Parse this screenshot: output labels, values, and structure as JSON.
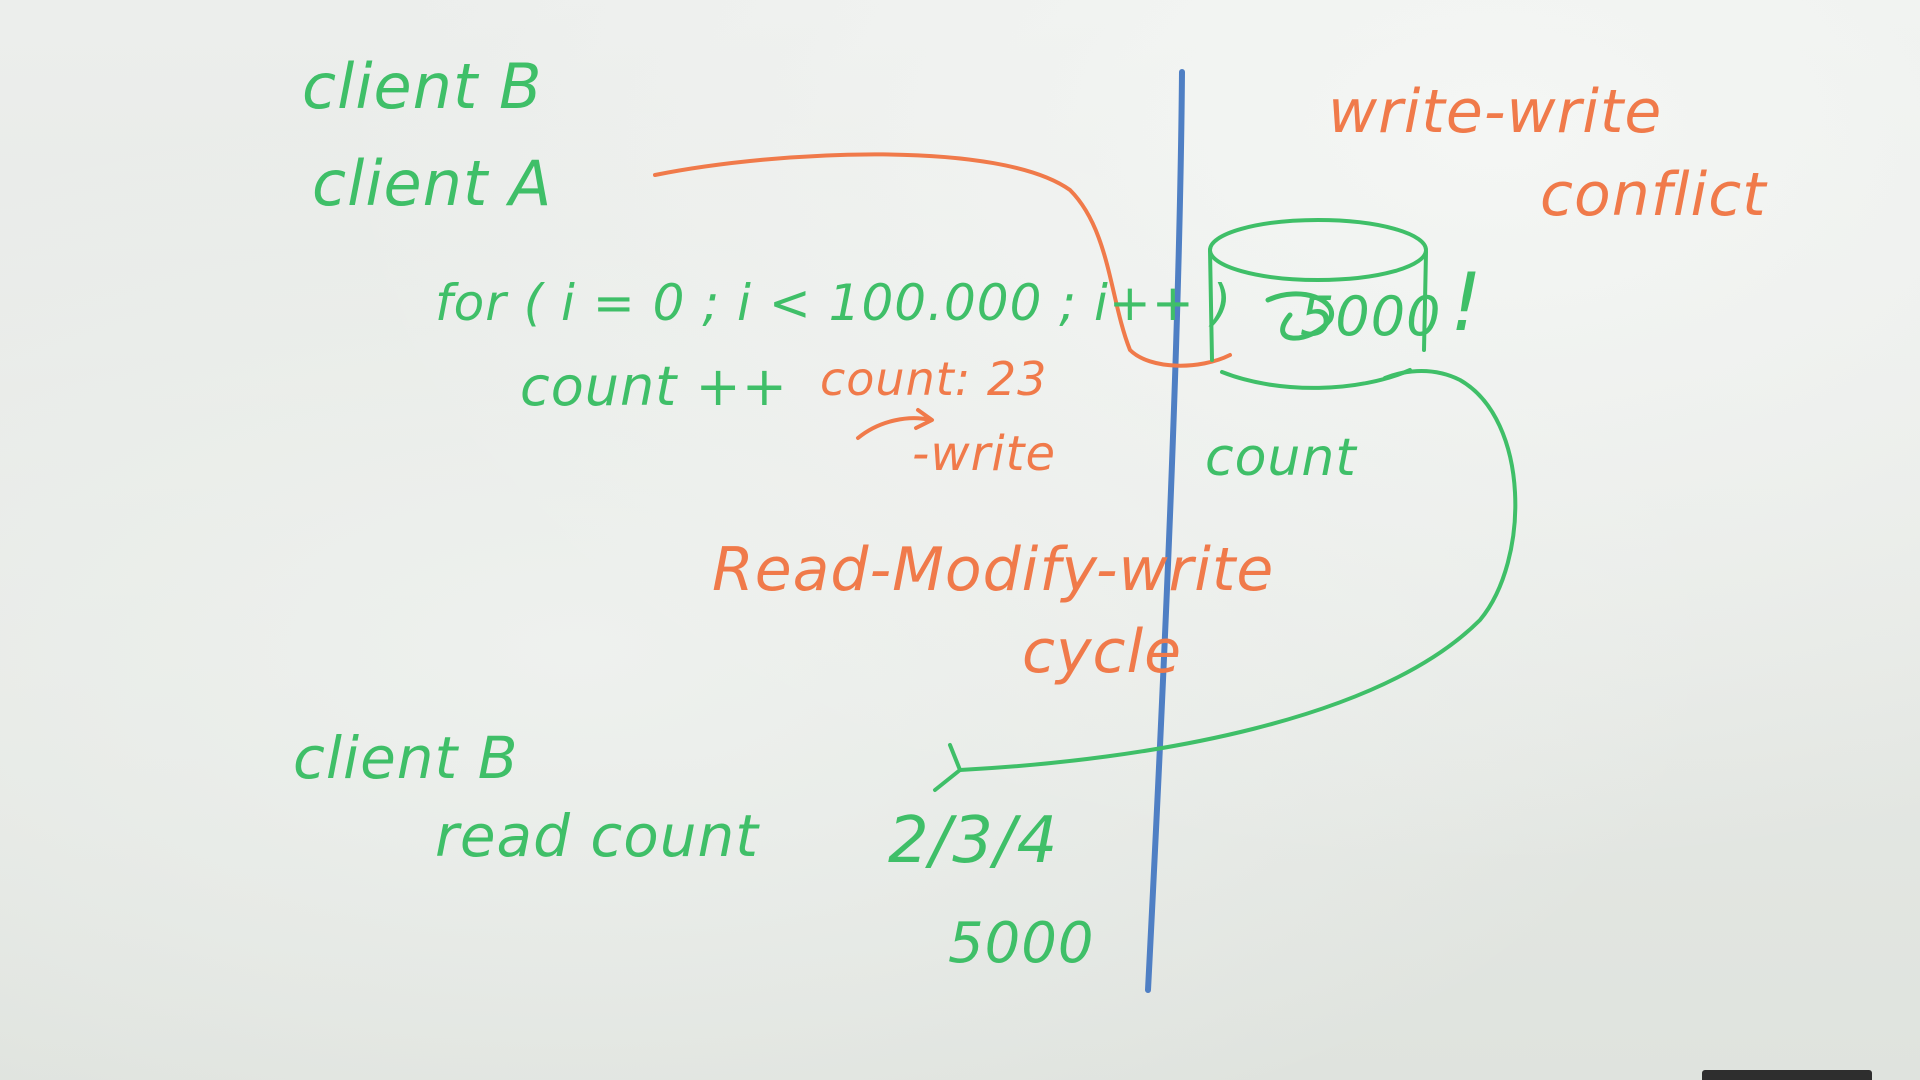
{
  "colors": {
    "green_marker": "#3fbf68",
    "orange_marker": "#f07a4a",
    "blue_marker": "#4f7fc4",
    "board": "#e7eae6"
  },
  "left": {
    "client_b_top": "client B",
    "client_a": "client A",
    "loop": "for ( i = 0 ; i < 100.000 ; i++ )",
    "count_inc": "count ++",
    "client_b_bottom": "client B",
    "read_count": "read count",
    "read_values": "2/3/4",
    "read_result": "5000"
  },
  "annotations": {
    "count_read": "count: 23",
    "write": "-write",
    "cycle_line1": "Read-Modify-write",
    "cycle_line2": "cycle"
  },
  "right": {
    "title_line1": "write-write",
    "title_line2": "conflict",
    "db_value": "5000",
    "db_exclaim": "!",
    "db_label": "count"
  }
}
